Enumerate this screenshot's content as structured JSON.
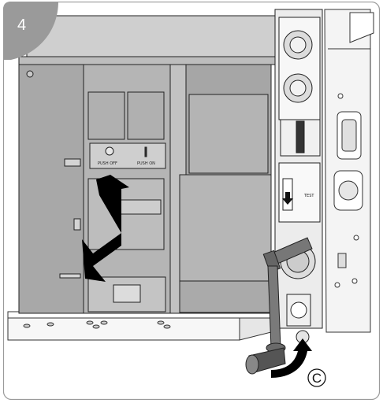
{
  "step": {
    "number": "4"
  },
  "breaker": {
    "push_off_label": "PUSH OFF",
    "push_on_label": "PUSH ON"
  },
  "position_indicator": {
    "test_label": "TEST"
  },
  "crank": {
    "rotation_label": "C"
  },
  "colors": {
    "badge": "#999999",
    "housing": "#a9a9a9",
    "housing_light": "#c6c6c6",
    "arrow": "#000000",
    "background": "#ffffff"
  },
  "icons": [
    "step-badge",
    "push-arrow",
    "rotation-arrow",
    "crank-handle",
    "down-arrow-indicator"
  ]
}
